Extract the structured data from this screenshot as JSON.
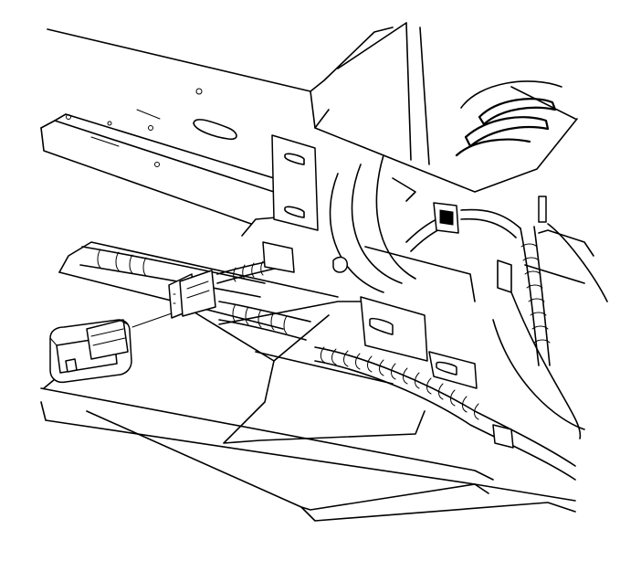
{
  "colors": {
    "background": "#ffffff",
    "ink": "#000000"
  },
  "illustration": {
    "parts": [
      {
        "id": "instrument-panel-beam",
        "icon": "line-art"
      },
      {
        "id": "wiring-harness",
        "icon": "line-art"
      },
      {
        "id": "harness-connector",
        "icon": "line-art"
      },
      {
        "id": "switch-assembly",
        "icon": "line-art"
      },
      {
        "id": "mounting-bracket",
        "icon": "line-art"
      },
      {
        "id": "floor-panel",
        "icon": "line-art"
      },
      {
        "id": "vent-duct",
        "icon": "line-art"
      }
    ]
  }
}
